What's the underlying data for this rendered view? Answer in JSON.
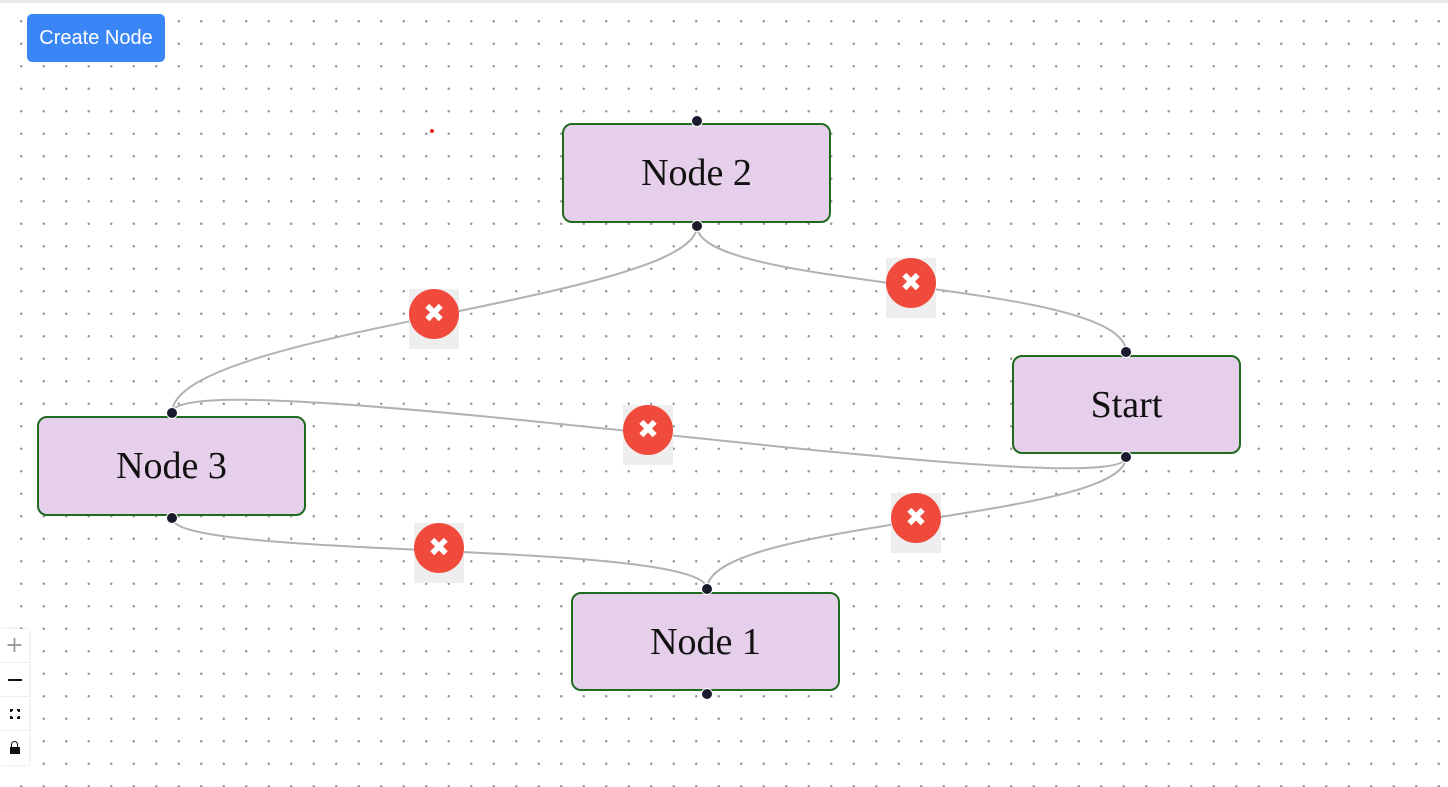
{
  "toolbar": {
    "create_node_label": "Create Node"
  },
  "nodes": [
    {
      "id": "node-2",
      "label": "Node 2"
    },
    {
      "id": "start",
      "label": "Start"
    },
    {
      "id": "node-3",
      "label": "Node 3"
    },
    {
      "id": "node-1",
      "label": "Node 1"
    }
  ],
  "edges": [
    {
      "source": "Node 2",
      "target": "Node 3",
      "delete_icon": "close-x"
    },
    {
      "source": "Node 2",
      "target": "Start",
      "delete_icon": "close-x"
    },
    {
      "source": "Node 3",
      "target": "Start",
      "delete_icon": "close-x"
    },
    {
      "source": "Start",
      "target": "Node 1",
      "delete_icon": "close-x"
    },
    {
      "source": "Node 3",
      "target": "Node 1",
      "delete_icon": "close-x"
    }
  ],
  "controls": [
    {
      "name": "zoom-in",
      "icon": "plus-icon"
    },
    {
      "name": "zoom-out",
      "icon": "minus-icon"
    },
    {
      "name": "fit-view",
      "icon": "fit-view-icon"
    },
    {
      "name": "toggle-interactivity",
      "icon": "lock-icon"
    }
  ],
  "colors": {
    "button": "#3b86f7",
    "node_fill": "#e6cfea",
    "node_border": "#1f6b1f",
    "edge": "#b1b1b7",
    "delete_button": "#f04a3c",
    "handle": "#1a1a2e"
  },
  "edge_delete_glyph": "✖"
}
